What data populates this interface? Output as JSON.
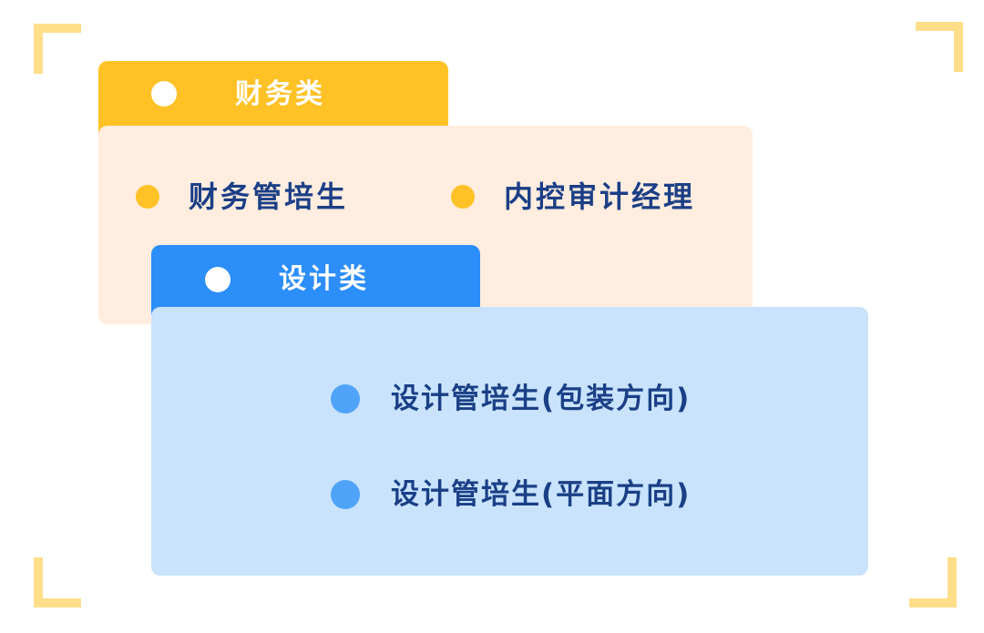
{
  "finance": {
    "title": "财务类",
    "items": [
      "财务管培生",
      "内控审计经理"
    ],
    "accent": "#FFC226",
    "background": "#FFEDDF"
  },
  "design": {
    "title": "设计类",
    "items": [
      "设计管培生(包装方向)",
      "设计管培生(平面方向)"
    ],
    "accent": "#2C8EF8",
    "background": "#C8E3FB"
  },
  "text_color": "#1B3F86",
  "corner_color": "#FFDE8A"
}
